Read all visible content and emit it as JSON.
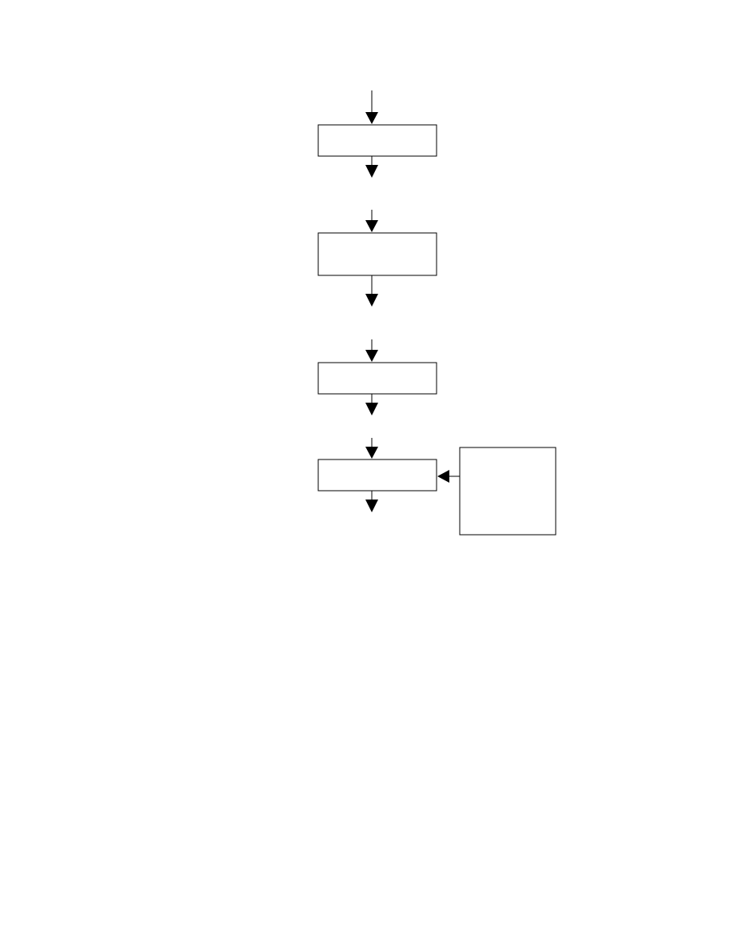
{
  "diagram": {
    "type": "flowchart",
    "boxes": [
      {
        "id": "step-1",
        "label": ""
      },
      {
        "id": "step-2",
        "label": ""
      },
      {
        "id": "step-3",
        "label": ""
      },
      {
        "id": "step-4",
        "label": ""
      },
      {
        "id": "side-input",
        "label": ""
      }
    ],
    "connections": [
      {
        "from": "start",
        "to": "step-1"
      },
      {
        "from": "step-1",
        "to": "step-2"
      },
      {
        "from": "step-2",
        "to": "step-3"
      },
      {
        "from": "step-3",
        "to": "step-4"
      },
      {
        "from": "step-4",
        "to": "end"
      },
      {
        "from": "side-input",
        "to": "step-4"
      }
    ],
    "colors": {
      "stroke": "#000000",
      "background": "#ffffff"
    }
  }
}
